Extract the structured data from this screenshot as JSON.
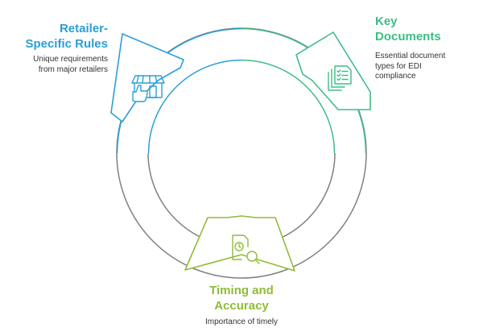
{
  "colors": {
    "ring": "#808080",
    "retailer": "#2b9fd6",
    "documents": "#3bbd86",
    "timing": "#8fbc36"
  },
  "sections": {
    "retailer": {
      "title_lines": [
        "Retailer-",
        "Specific Rules"
      ],
      "desc_lines": [
        "Unique requirements",
        "from major retailers"
      ],
      "icon": "storefront-thumbs-up-icon"
    },
    "documents": {
      "title_lines": [
        "Key",
        "Documents"
      ],
      "desc_lines": [
        "Essential document",
        "types for EDI",
        "compliance"
      ],
      "icon": "document-checklist-stack-icon"
    },
    "timing": {
      "title_lines": [
        "Timing and",
        "Accuracy"
      ],
      "desc_lines": [
        "Importance of timely"
      ],
      "icon": "document-clock-search-icon"
    }
  }
}
